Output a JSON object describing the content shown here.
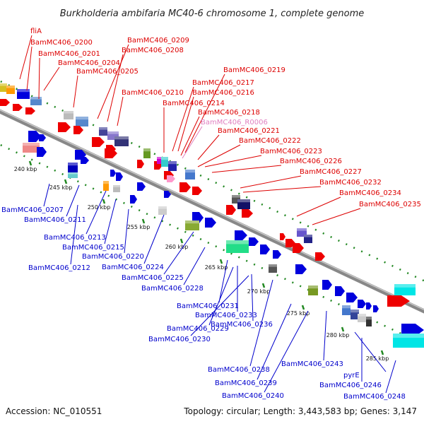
{
  "title": "Burkholderia ambifaria MC40-6 chromosome 1, complete genome",
  "accession": "Accession: NC_010551",
  "topology": "Topology: circular; Length: 3,443,583 bp; Genes: 3,147",
  "colors": {
    "forward_label": "#dd0000",
    "rna_label": "#e080c0",
    "reverse_label": "#0000cc",
    "backbone": "#888888",
    "tick": "#228822"
  },
  "forward_labels": [
    {
      "text": "fliA",
      "color": "#dd0000"
    },
    {
      "text": "BamMC406_0200",
      "color": "#dd0000"
    },
    {
      "text": "BamMC406_0201",
      "color": "#dd0000"
    },
    {
      "text": "BamMC406_0204",
      "color": "#dd0000"
    },
    {
      "text": "BamMC406_0205",
      "color": "#dd0000"
    },
    {
      "text": "BamMC406_0209",
      "color": "#dd0000"
    },
    {
      "text": "BamMC406_0208",
      "color": "#dd0000"
    },
    {
      "text": "BamMC406_0210",
      "color": "#dd0000"
    },
    {
      "text": "BamMC406_0219",
      "color": "#dd0000"
    },
    {
      "text": "BamMC406_0217",
      "color": "#dd0000"
    },
    {
      "text": "BamMC406_0216",
      "color": "#dd0000"
    },
    {
      "text": "BamMC406_0214",
      "color": "#dd0000"
    },
    {
      "text": "BamMC406_0218",
      "color": "#dd0000"
    },
    {
      "text": "BamMC406_R0006",
      "color": "#e080c0"
    },
    {
      "text": "BamMC406_0221",
      "color": "#dd0000"
    },
    {
      "text": "BamMC406_0222",
      "color": "#dd0000"
    },
    {
      "text": "BamMC406_0223",
      "color": "#dd0000"
    },
    {
      "text": "BamMC406_0226",
      "color": "#dd0000"
    },
    {
      "text": "BamMC406_0227",
      "color": "#dd0000"
    },
    {
      "text": "BamMC406_0232",
      "color": "#dd0000"
    },
    {
      "text": "BamMC406_0234",
      "color": "#dd0000"
    },
    {
      "text": "BamMC406_0235",
      "color": "#dd0000"
    }
  ],
  "reverse_labels": [
    {
      "text": "BamMC406_0207"
    },
    {
      "text": "BamMC406_0211"
    },
    {
      "text": "BamMC406_0213"
    },
    {
      "text": "BamMC406_0215"
    },
    {
      "text": "BamMC406_0212"
    },
    {
      "text": "BamMC406_0220"
    },
    {
      "text": "BamMC406_0224"
    },
    {
      "text": "BamMC406_0225"
    },
    {
      "text": "BamMC406_0228"
    },
    {
      "text": "BamMC406_0231"
    },
    {
      "text": "BamMC406_0233"
    },
    {
      "text": "BamMC406_0229"
    },
    {
      "text": "BamMC406_0236"
    },
    {
      "text": "BamMC406_0230"
    },
    {
      "text": "BamMC406_0238"
    },
    {
      "text": "BamMC406_0243"
    },
    {
      "text": "BamMC406_0239"
    },
    {
      "text": "pyrE"
    },
    {
      "text": "BamMC406_0240"
    },
    {
      "text": "BamMC406_0246"
    },
    {
      "text": "BamMC406_0248"
    }
  ],
  "kbp_ticks": [
    "240 kbp",
    "245 kbp",
    "250 kbp",
    "255 kbp",
    "260 kbp",
    "265 kbp",
    "270 kbp",
    "275 kbp",
    "280 kbp",
    "285 kbp"
  ]
}
